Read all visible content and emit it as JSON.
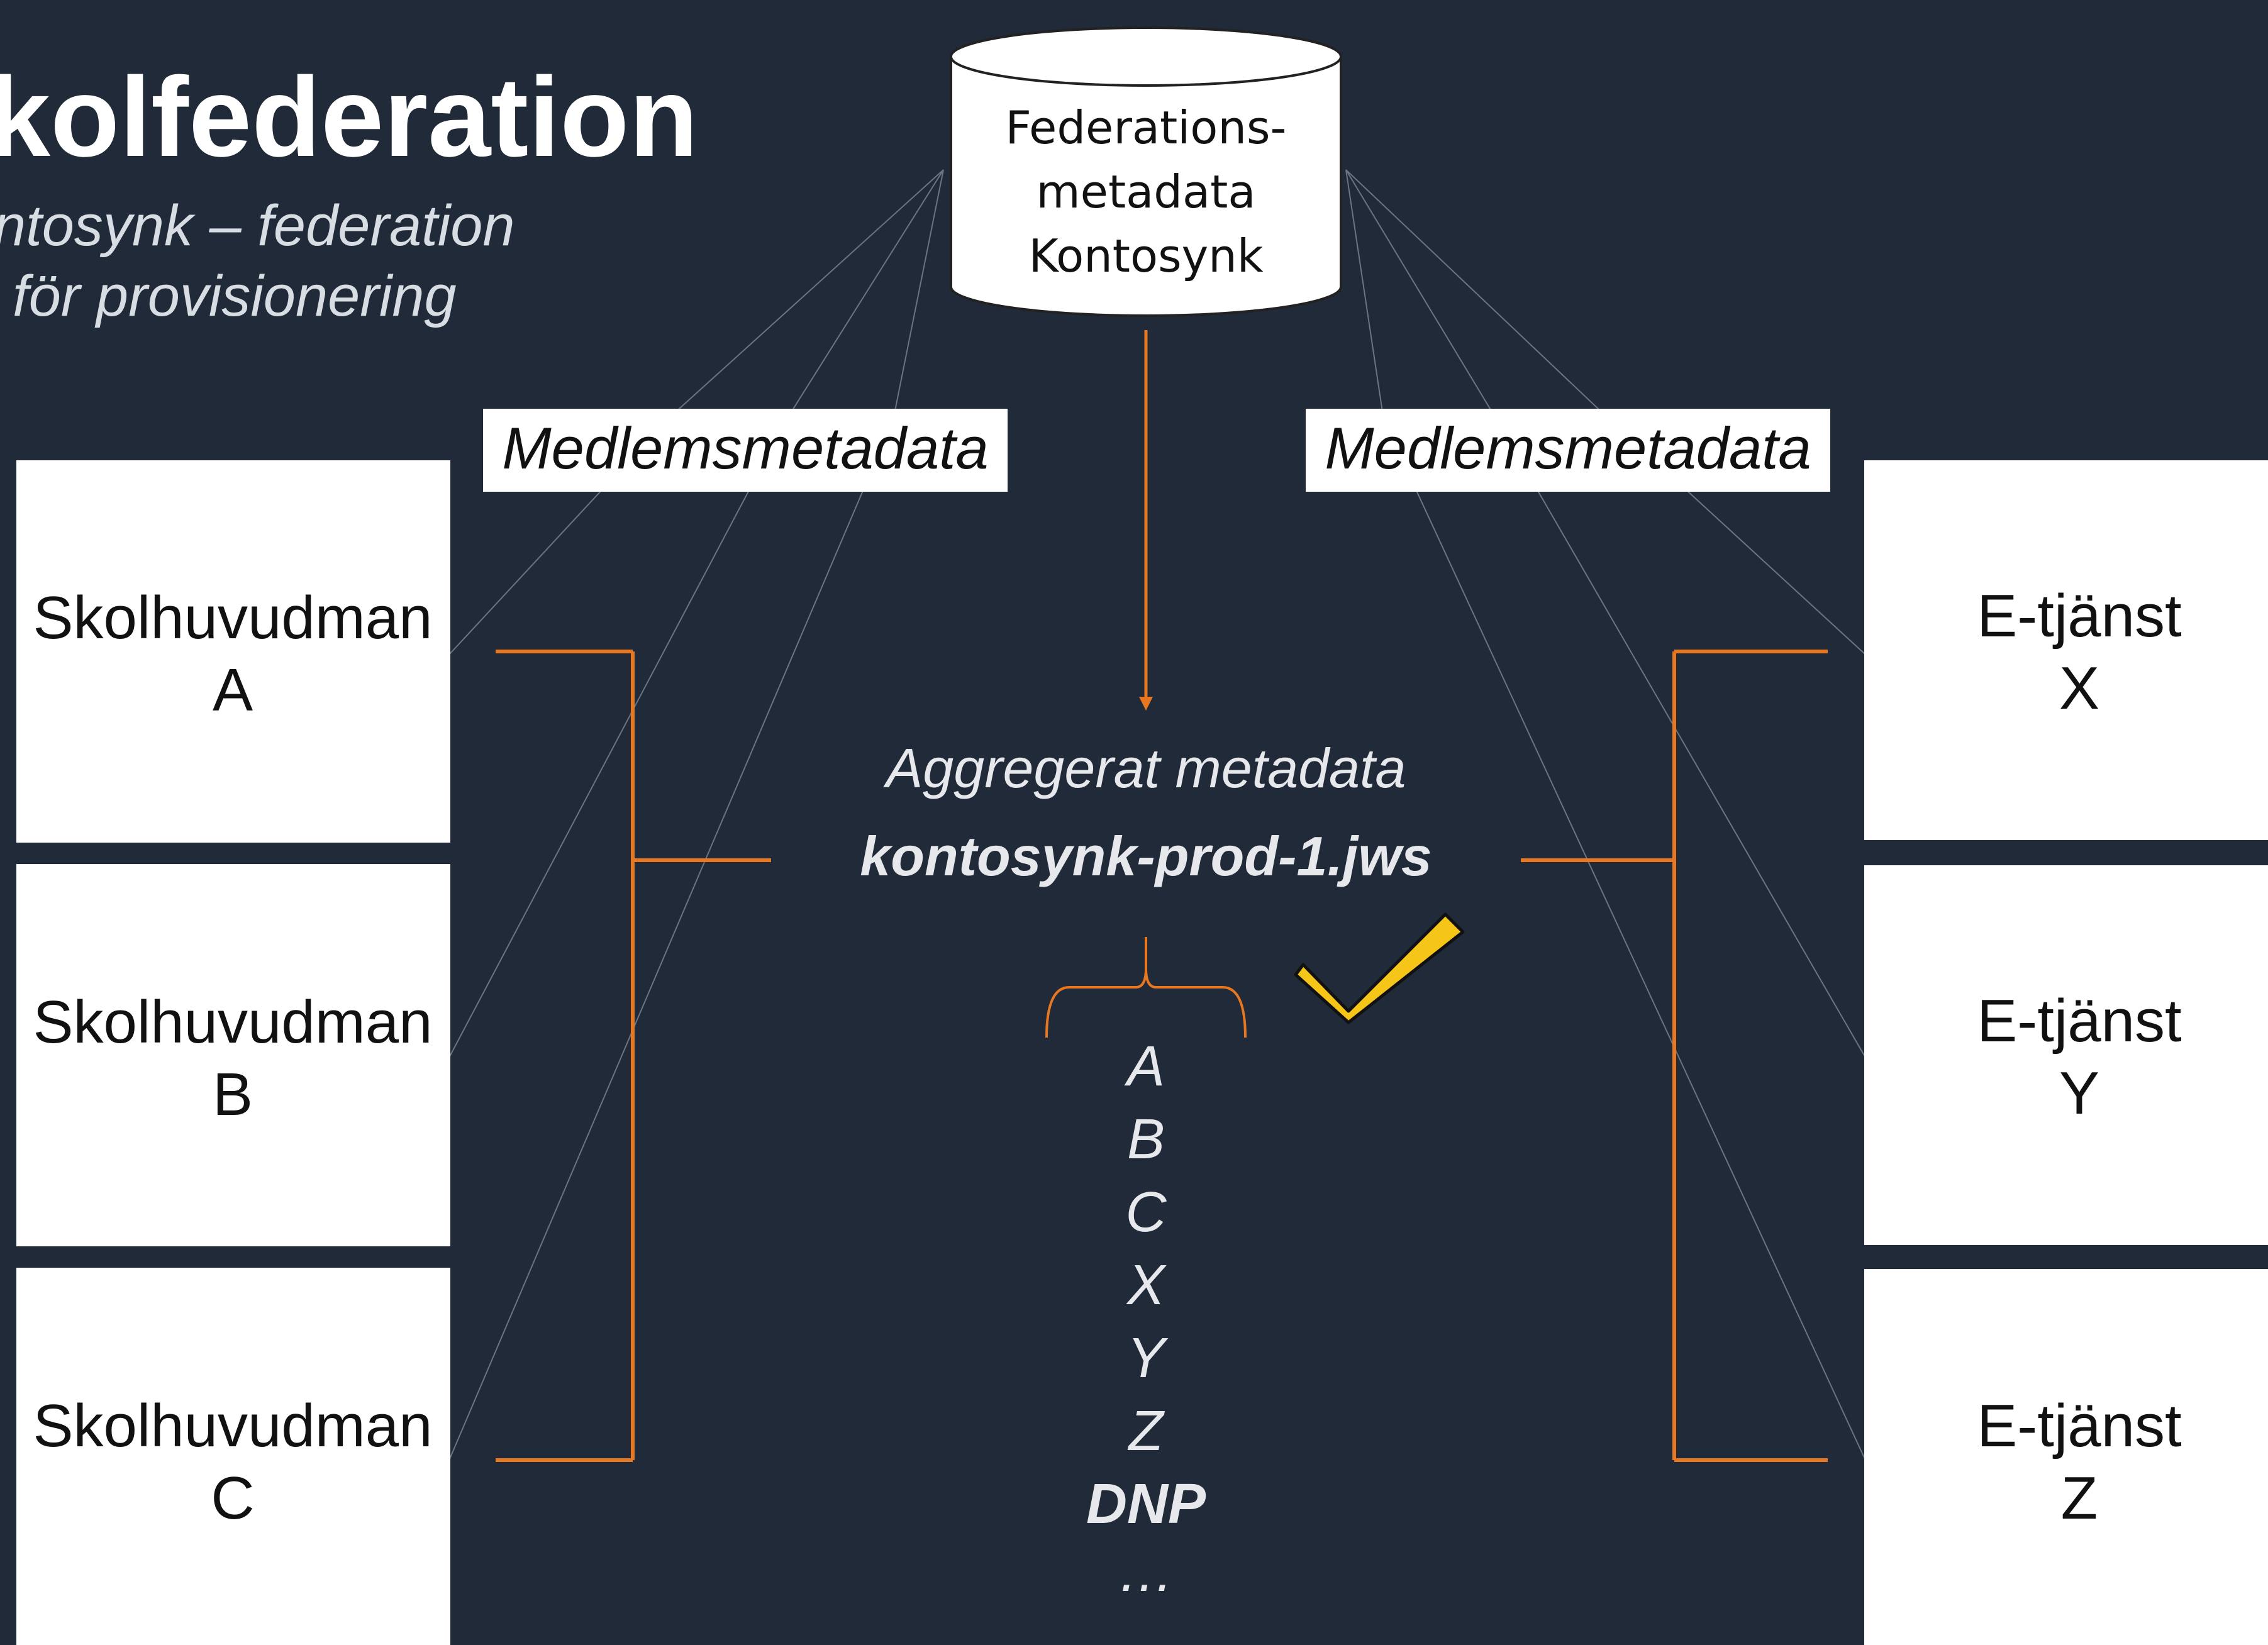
{
  "slide": {
    "title": "kolfederation",
    "subtitle_line1": "ntosynk – federation",
    "subtitle_line2": "för provisionering"
  },
  "database": {
    "line1": "Federations-",
    "line2": "metadata",
    "line3": "Kontosynk"
  },
  "member_labels": {
    "left": "Medlemsmetadata",
    "right": "Medlemsmetadata"
  },
  "left_boxes": [
    {
      "line1": "Skolhuvudman",
      "line2": "A"
    },
    {
      "line1": "Skolhuvudman",
      "line2": "B"
    },
    {
      "line1": "Skolhuvudman",
      "line2": "C"
    }
  ],
  "right_boxes": [
    {
      "line1": "E-tjänst",
      "line2": "X"
    },
    {
      "line1": "E-tjänst",
      "line2": "Y"
    },
    {
      "line1": "E-tjänst",
      "line2": "Z"
    }
  ],
  "aggregate": {
    "label": "Aggregerat metadata",
    "filename": "kontosynk-prod-1.jws"
  },
  "members_list": [
    "A",
    "B",
    "C",
    "X",
    "Y",
    "Z"
  ],
  "members_list_bold": "DNP",
  "members_list_more": "…",
  "colors": {
    "background": "#212a38",
    "accent_orange": "#e87722",
    "check_yellow": "#f5c518",
    "box_white": "#ffffff",
    "text_light": "#e6e8eb"
  },
  "icons": {
    "database": "database-cylinder-icon",
    "check": "checkmark-icon"
  }
}
